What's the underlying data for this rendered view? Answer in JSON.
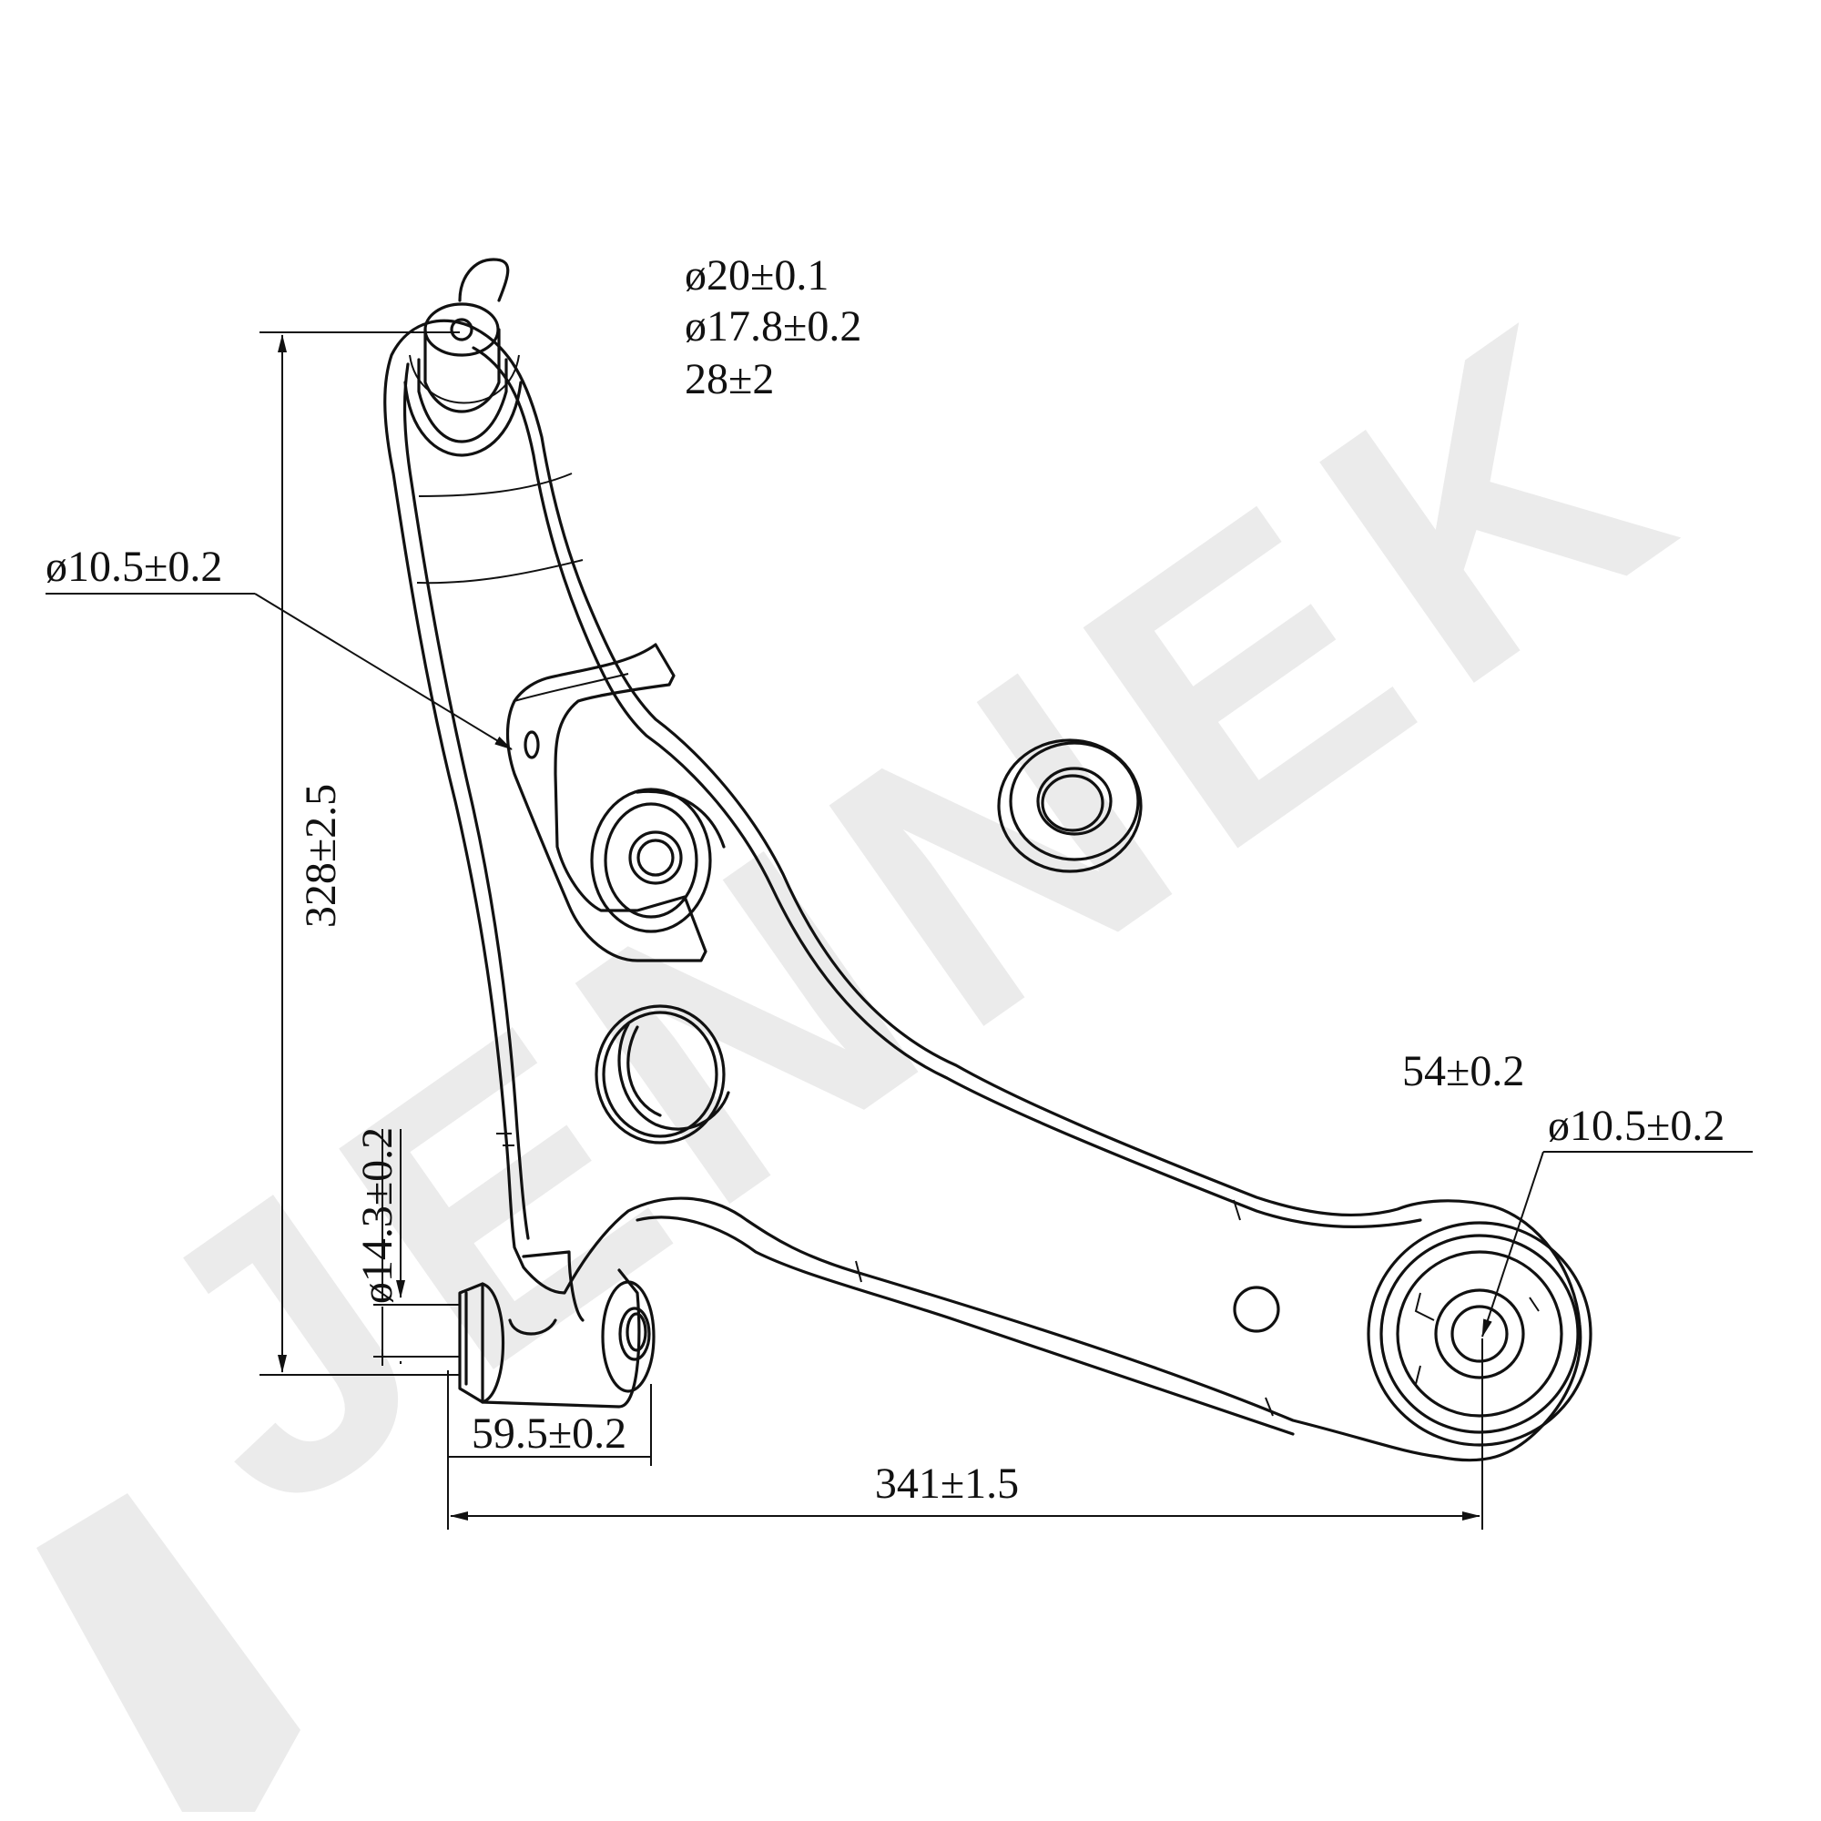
{
  "watermark": {
    "text": "JENNEK",
    "color": "#ebebeb"
  },
  "labels": {
    "ball_joint_stud_diameter": "ø20±0.1",
    "ball_joint_taper_diameter": "ø17.8±0.2",
    "ball_joint_length": "28±2",
    "bracket_hole_diameter": "ø10.5±0.2",
    "height": "328±2.5",
    "front_bushing_diameter": "ø14.3±0.2",
    "front_bushing_width": "59.5±0.2",
    "span": "341±1.5",
    "rear_bushing_width": "54±0.2",
    "rear_bushing_bore": "ø10.5±0.2"
  },
  "icons": {
    "arrow": "arrow-icon",
    "ball_joint": "ball-joint-icon",
    "bushing": "bushing-icon"
  }
}
